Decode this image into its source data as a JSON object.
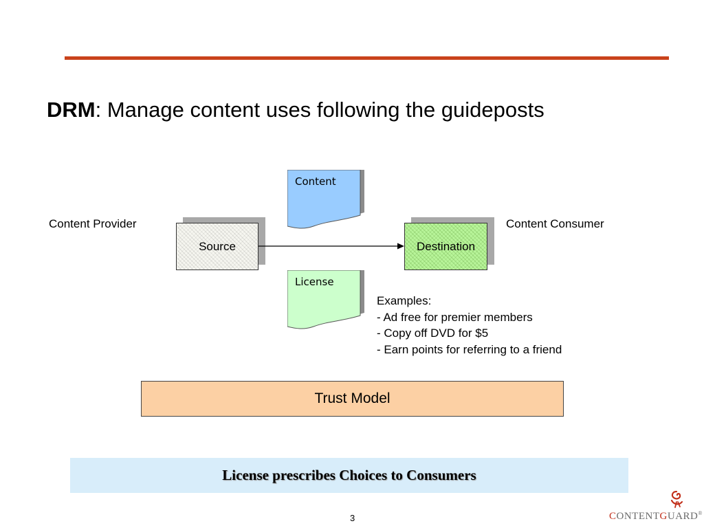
{
  "slide": {
    "title_bold": "DRM",
    "title_rest": ": Manage content uses following the guideposts",
    "page_number": "3"
  },
  "diagram": {
    "provider_label": "Content Provider",
    "consumer_label": "Content Consumer",
    "source_label": "Source",
    "destination_label": "Destination",
    "content_doc_label": "Content",
    "license_doc_label": "License",
    "examples": [
      "Examples:",
      "- Ad free for premier members",
      "- Copy off DVD for $5",
      "- Earn points for referring to a friend"
    ],
    "trust_model_label": "Trust Model"
  },
  "banner": {
    "text": "License prescribes Choices to Consumers"
  },
  "logo": {
    "text_first": "C",
    "text_middle": "ONTENT",
    "text_g": "G",
    "text_last": "UARD",
    "mark": "®",
    "icon": "contentguard-swirl-icon"
  },
  "colors": {
    "accent_rule": "#c9431b",
    "content_doc": "#99ccff",
    "license_doc": "#ccffcc",
    "destination_box": "#b8f59a",
    "trust_model": "#fcd0a4",
    "banner": "#d8edfa"
  }
}
